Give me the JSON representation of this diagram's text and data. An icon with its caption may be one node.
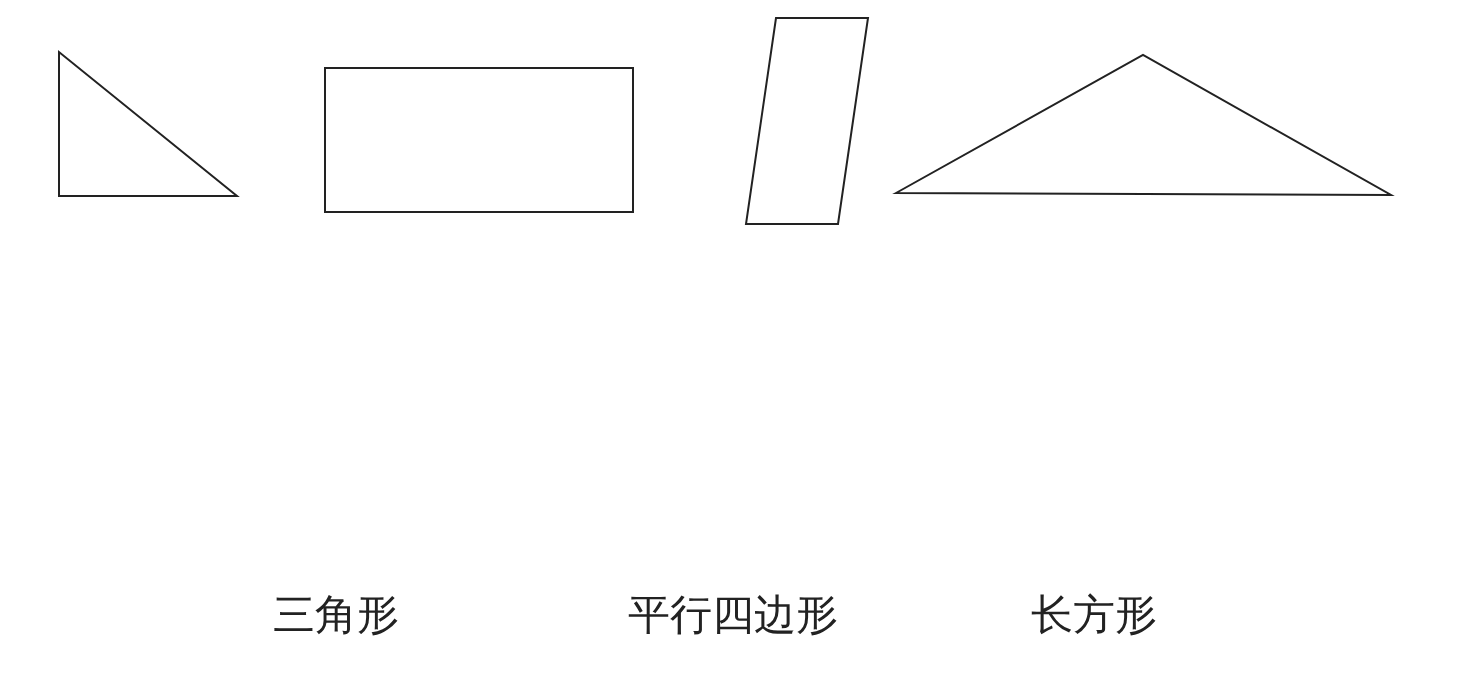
{
  "diagram": {
    "nodes": [
      {
        "text": [],
        "shape": "triangle"
      },
      {
        "text": [],
        "shape": "box"
      },
      {
        "text": [],
        "shape": "parallelogram"
      },
      {
        "text": [],
        "shape": "triangle"
      }
    ],
    "labels": [
      "三角形",
      "平行四边形",
      "长方形"
    ]
  }
}
